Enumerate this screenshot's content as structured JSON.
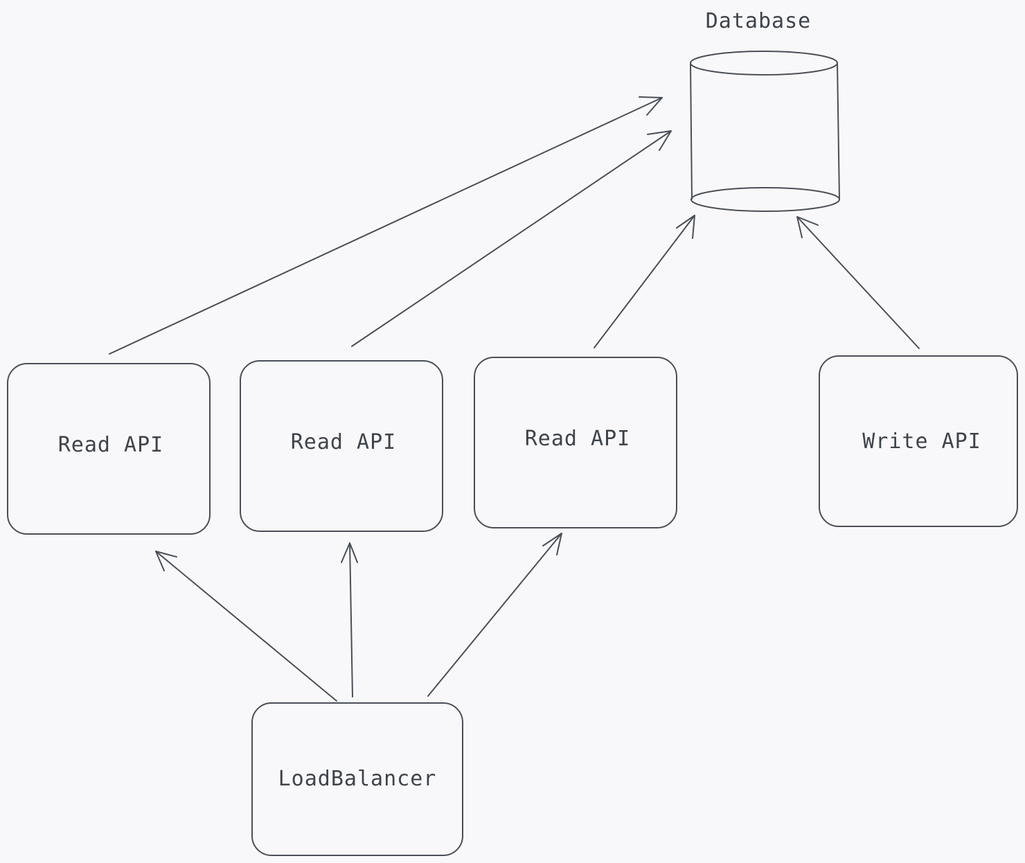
{
  "diagram": {
    "database": {
      "label": "Database"
    },
    "nodes": [
      {
        "id": "read-api-1",
        "label": "Read API"
      },
      {
        "id": "read-api-2",
        "label": "Read API"
      },
      {
        "id": "read-api-3",
        "label": "Read API"
      },
      {
        "id": "write-api",
        "label": "Write API"
      },
      {
        "id": "load-balancer",
        "label": "LoadBalancer"
      }
    ],
    "edges": [
      {
        "from": "read-api-1",
        "to": "database"
      },
      {
        "from": "read-api-2",
        "to": "database"
      },
      {
        "from": "read-api-3",
        "to": "database"
      },
      {
        "from": "write-api",
        "to": "database"
      },
      {
        "from": "load-balancer",
        "to": "read-api-1"
      },
      {
        "from": "load-balancer",
        "to": "read-api-2"
      },
      {
        "from": "load-balancer",
        "to": "read-api-3"
      }
    ]
  }
}
